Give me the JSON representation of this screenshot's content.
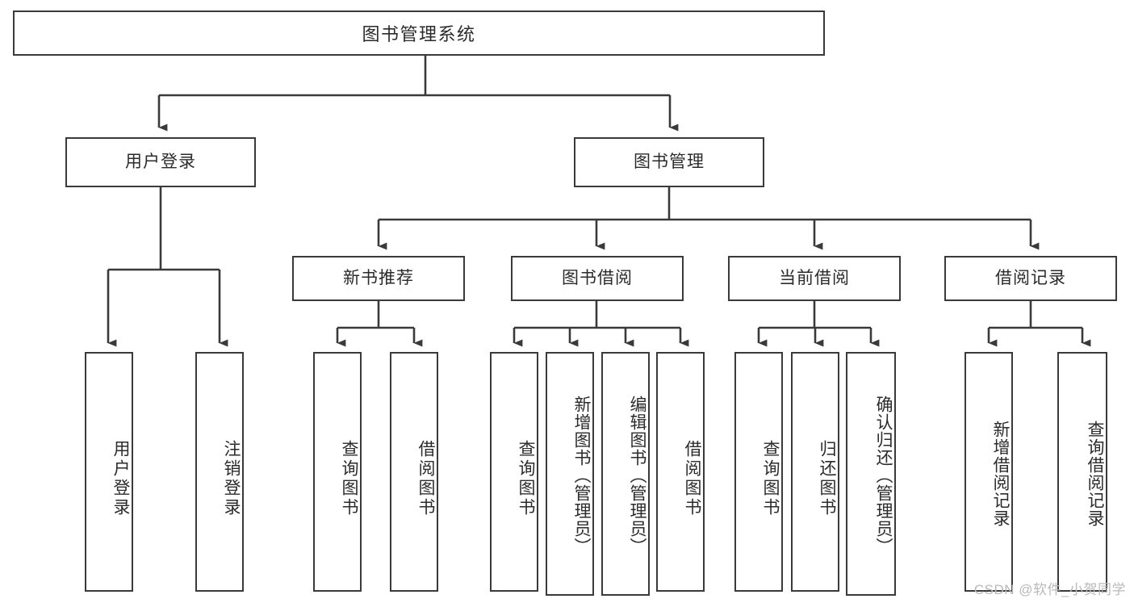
{
  "diagram": {
    "title": "图书管理系统",
    "type": "hierarchy-tree",
    "watermark": "CSDN @软件_小贺同学",
    "colors": {
      "stroke": "#3a3a3a",
      "fill": "#ffffff",
      "text": "#2b2b2b",
      "watermark": "#b9b9b9"
    },
    "levels": {
      "root": {
        "label": "图书管理系统"
      },
      "level2": [
        {
          "id": "user-login",
          "label": "用户登录"
        },
        {
          "id": "book-manage",
          "label": "图书管理"
        }
      ],
      "level3": [
        {
          "id": "new-book-recommend",
          "label": "新书推荐"
        },
        {
          "id": "book-borrow",
          "label": "图书借阅"
        },
        {
          "id": "current-borrow",
          "label": "当前借阅"
        },
        {
          "id": "borrow-record",
          "label": "借阅记录"
        }
      ],
      "leaves": [
        {
          "id": "leaf-user-login",
          "label": "用户登录",
          "parent": "user-login"
        },
        {
          "id": "leaf-logout-login",
          "label": "注销登录",
          "parent": "user-login"
        },
        {
          "id": "leaf-query-book-1",
          "label": "查询图书",
          "parent": "new-book-recommend"
        },
        {
          "id": "leaf-borrow-book-1",
          "label": "借阅图书",
          "parent": "new-book-recommend"
        },
        {
          "id": "leaf-query-book-2",
          "label": "查询图书",
          "parent": "book-borrow"
        },
        {
          "id": "leaf-add-book-admin",
          "label": "新增图书（管理员）",
          "parent": "book-borrow"
        },
        {
          "id": "leaf-edit-book-admin",
          "label": "编辑图书（管理员）",
          "parent": "book-borrow"
        },
        {
          "id": "leaf-borrow-book-2",
          "label": "借阅图书",
          "parent": "book-borrow"
        },
        {
          "id": "leaf-query-book-3",
          "label": "查询图书",
          "parent": "current-borrow"
        },
        {
          "id": "leaf-return-book",
          "label": "归还图书",
          "parent": "current-borrow"
        },
        {
          "id": "leaf-confirm-return-admin",
          "label": "确认归还（管理员）",
          "parent": "current-borrow"
        },
        {
          "id": "leaf-add-borrow-record",
          "label": "新增借阅记录",
          "parent": "borrow-record"
        },
        {
          "id": "leaf-query-borrow-record",
          "label": "查询借阅记录",
          "parent": "borrow-record"
        }
      ]
    }
  }
}
